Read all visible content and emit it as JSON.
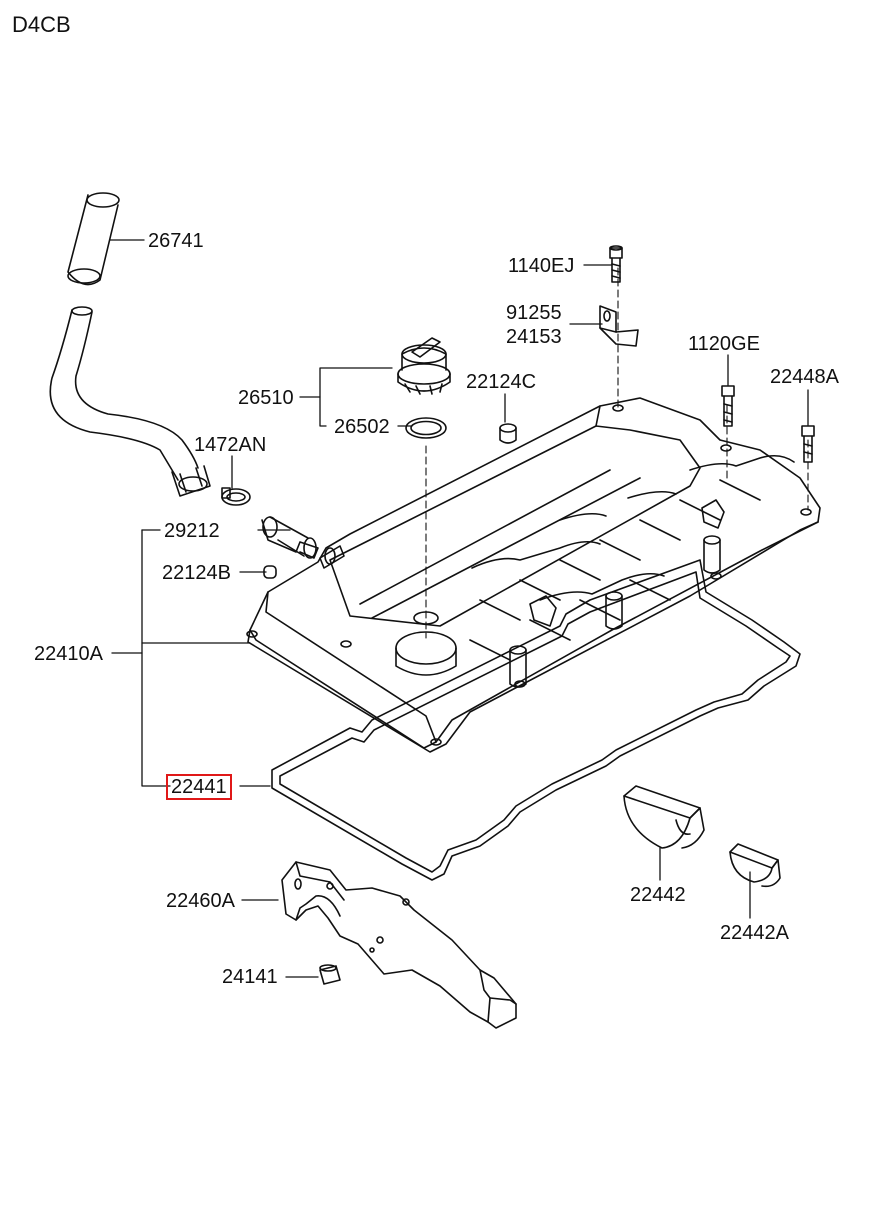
{
  "header": {
    "model_code": "D4CB"
  },
  "diagram": {
    "highlight_color": "#e01818",
    "callouts": {
      "p26741": "26741",
      "p1140EJ": "1140EJ",
      "p91255": "91255",
      "p24153": "24153",
      "p1120GE": "1120GE",
      "p22448A": "22448A",
      "p22124C": "22124C",
      "p26510": "26510",
      "p26502": "26502",
      "p1472AN": "1472AN",
      "p29212": "29212",
      "p22124B": "22124B",
      "p22410A": "22410A",
      "p22441": "22441",
      "p22442": "22442",
      "p22442A": "22442A",
      "p22460A": "22460A",
      "p24141": "24141"
    }
  }
}
